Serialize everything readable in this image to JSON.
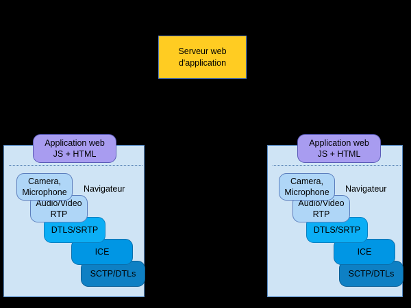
{
  "diagram": {
    "background_color": "#000000",
    "server": {
      "label": "Serveur web\nd'application",
      "fill_color": "#FFCC22"
    },
    "panels": [
      {
        "id": "left-browser",
        "title": "Navigateur",
        "fill_color": "#CFE4F5",
        "app_box": {
          "label": "Application web\nJS + HTML",
          "fill_color": "#A89CF0"
        },
        "stack": [
          {
            "label": "Camera,\nMicrophone",
            "fill_color": "#AFD6F7"
          },
          {
            "label": "Audio/Video\nRTP",
            "fill_color": "#AFD6F7"
          },
          {
            "label": "DTLS/SRTP",
            "fill_color": "#0BAEF5"
          },
          {
            "label": "ICE",
            "fill_color": "#0096E4"
          },
          {
            "label": "SCTP/DTLs",
            "fill_color": "#0E80C4"
          }
        ]
      },
      {
        "id": "right-browser",
        "title": "Navigateur",
        "fill_color": "#CFE4F5",
        "app_box": {
          "label": "Application web\nJS + HTML",
          "fill_color": "#A89CF0"
        },
        "stack": [
          {
            "label": "Camera,\nMicrophone",
            "fill_color": "#AFD6F7"
          },
          {
            "label": "Audio/Video\nRTP",
            "fill_color": "#AFD6F7"
          },
          {
            "label": "DTLS/SRTP",
            "fill_color": "#0BAEF5"
          },
          {
            "label": "ICE",
            "fill_color": "#0096E4"
          },
          {
            "label": "SCTP/DTLs",
            "fill_color": "#0E80C4"
          }
        ]
      }
    ]
  }
}
